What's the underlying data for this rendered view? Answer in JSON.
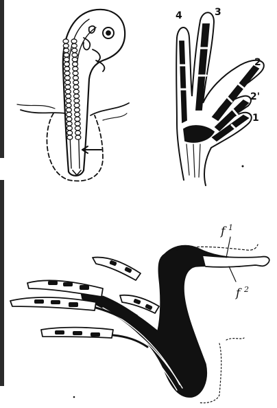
{
  "labels": {
    "digit_4": "4",
    "digit_3": "3",
    "digit_2": "2",
    "digit_2prime": "2'",
    "digit_1": "1",
    "f1": "f",
    "f1_sub": "1",
    "f2": "f",
    "f2_sub": "2"
  },
  "colors": {
    "ink": "#111111",
    "paper": "#ffffff",
    "edge": "#2b2b2b"
  }
}
